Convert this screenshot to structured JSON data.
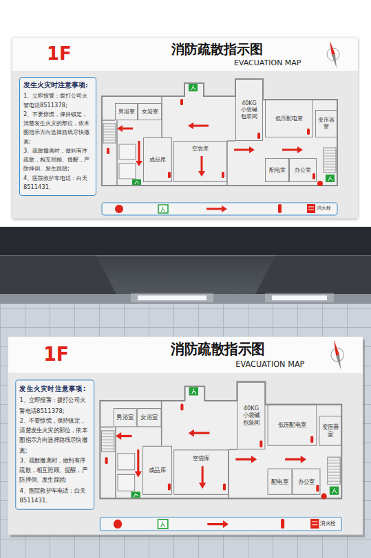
{
  "diagram": {
    "title": "消防疏散指示图",
    "nodes": [
      {
        "text": [
          "发生火灾时注意事项:",
          "1、立即报警：拨打公司火警电话8511378;",
          "2、不要惊慌，保持镇定，清楚发生火灾的部位，依本图指示方向选择路线尽快撤离;",
          "3、疏散撤离时，做到有序疏散，相互照顾、提醒，严防摔倒、发生踩踏;",
          "4、医院救护车电话：白天8511431、"
        ]
      },
      {
        "text": [
          "男浴室"
        ]
      },
      {
        "text": [
          "女浴室"
        ]
      },
      {
        "text": [
          "成品库"
        ]
      },
      {
        "text": [
          "空袋库"
        ]
      },
      {
        "text": [
          "40KG 小袋碱 包装间"
        ]
      },
      {
        "text": [
          "低压配电室"
        ]
      },
      {
        "text": [
          "变压器室"
        ]
      },
      {
        "text": [
          "配电室"
        ]
      },
      {
        "text": [
          "办公室"
        ]
      },
      {
        "text": [
          "发生火灾时注意事项:",
          "1、立即报警：拨打公司火警电话8511378;",
          "2、不要惊慌，保持镇定，清楚发生火灾的部位，依本图指示方向选择路线尽快撤离;",
          "3、疏散撤离时，做到有序疏散，相互照顾、提醒，严防摔倒、发生踩踏;",
          "4、医院救护车电话：白天8511431、"
        ]
      },
      {
        "text": [
          "男浴室"
        ]
      },
      {
        "text": [
          "女浴室"
        ]
      },
      {
        "text": [
          "成品库"
        ]
      },
      {
        "text": [
          "空袋库"
        ]
      },
      {
        "text": [
          "40KG 小袋碱 包装间"
        ]
      },
      {
        "text": [
          "低压配电室"
        ]
      },
      {
        "text": [
          "变压器室"
        ]
      },
      {
        "text": [
          "配电室"
        ]
      },
      {
        "text": [
          "办公室"
        ]
      }
    ],
    "labels": [
      "1F",
      "EVACUATION MAP",
      "消火栓",
      "1F",
      "消防疏散指示图",
      "EVACUATION MAP",
      "消火栓"
    ]
  }
}
